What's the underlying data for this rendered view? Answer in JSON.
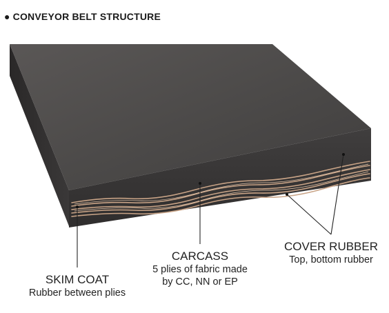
{
  "header": {
    "bullet": "●",
    "title": "CONVEYOR BELT STRUCTURE"
  },
  "labels": {
    "skim_coat": {
      "title": "SKIM COAT",
      "desc": "Rubber between plies"
    },
    "carcass": {
      "title": "CARCASS",
      "desc_line1": "5 plies of fabric made",
      "desc_line2": "by CC, NN or EP"
    },
    "cover_rubber": {
      "title": "COVER RUBBER",
      "desc": "Top, bottom rubber"
    }
  },
  "colors": {
    "top_surface": "#4d4a49",
    "front_edge": "#3c3a3a",
    "fabric_ply": "#c9a487",
    "leader_line": "#222222"
  }
}
